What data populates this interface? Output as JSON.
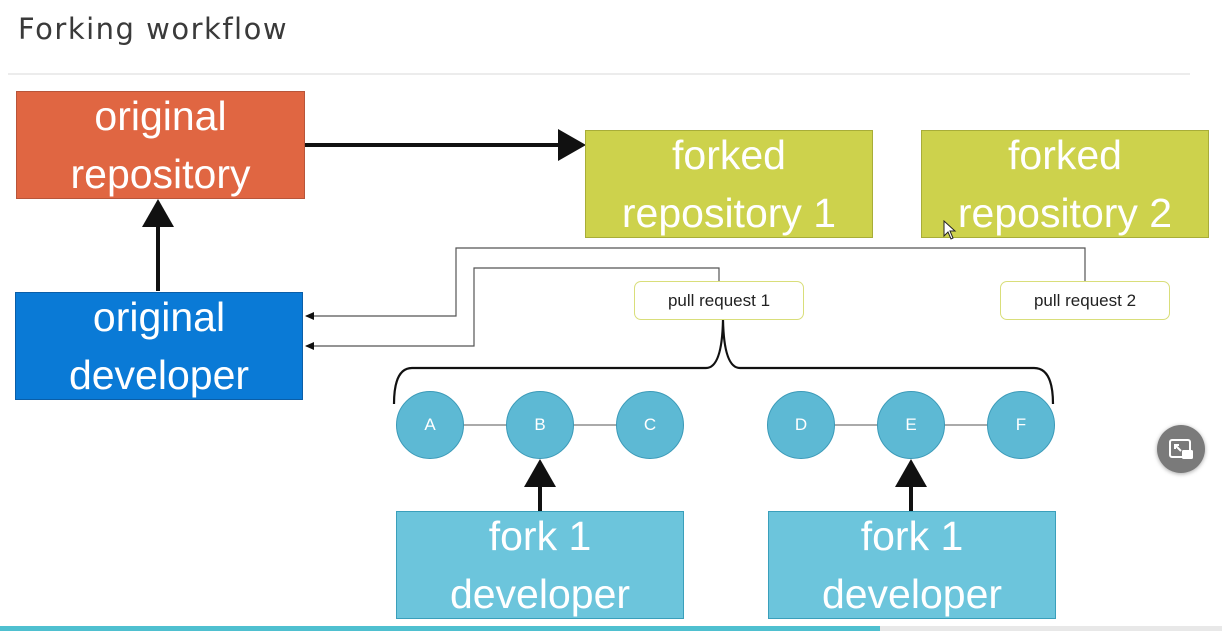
{
  "title": "Forking workflow",
  "boxes": {
    "original_repository": [
      "original",
      "repository"
    ],
    "original_developer": [
      "original",
      "developer"
    ],
    "forked_repository_1": [
      "forked",
      "repository 1"
    ],
    "forked_repository_2": [
      "forked",
      "repository 2"
    ],
    "fork_developer_left": [
      "fork 1",
      "developer"
    ],
    "fork_developer_right": [
      "fork 1",
      "developer"
    ]
  },
  "pull_requests": [
    "pull request 1",
    "pull request 2"
  ],
  "commits": {
    "group_left": [
      "A",
      "B",
      "C"
    ],
    "group_right": [
      "D",
      "E",
      "F"
    ]
  },
  "colors": {
    "original_repository": "#e06642",
    "original_developer": "#0a7ad6",
    "forked_repository": "#cdd24c",
    "fork_developer": "#6cc5dc",
    "commit": "#5db9d4",
    "progress": "#4fc0d0"
  },
  "controls": {
    "pip_icon": "picture-in-picture-icon"
  },
  "video_progress": 0.72
}
